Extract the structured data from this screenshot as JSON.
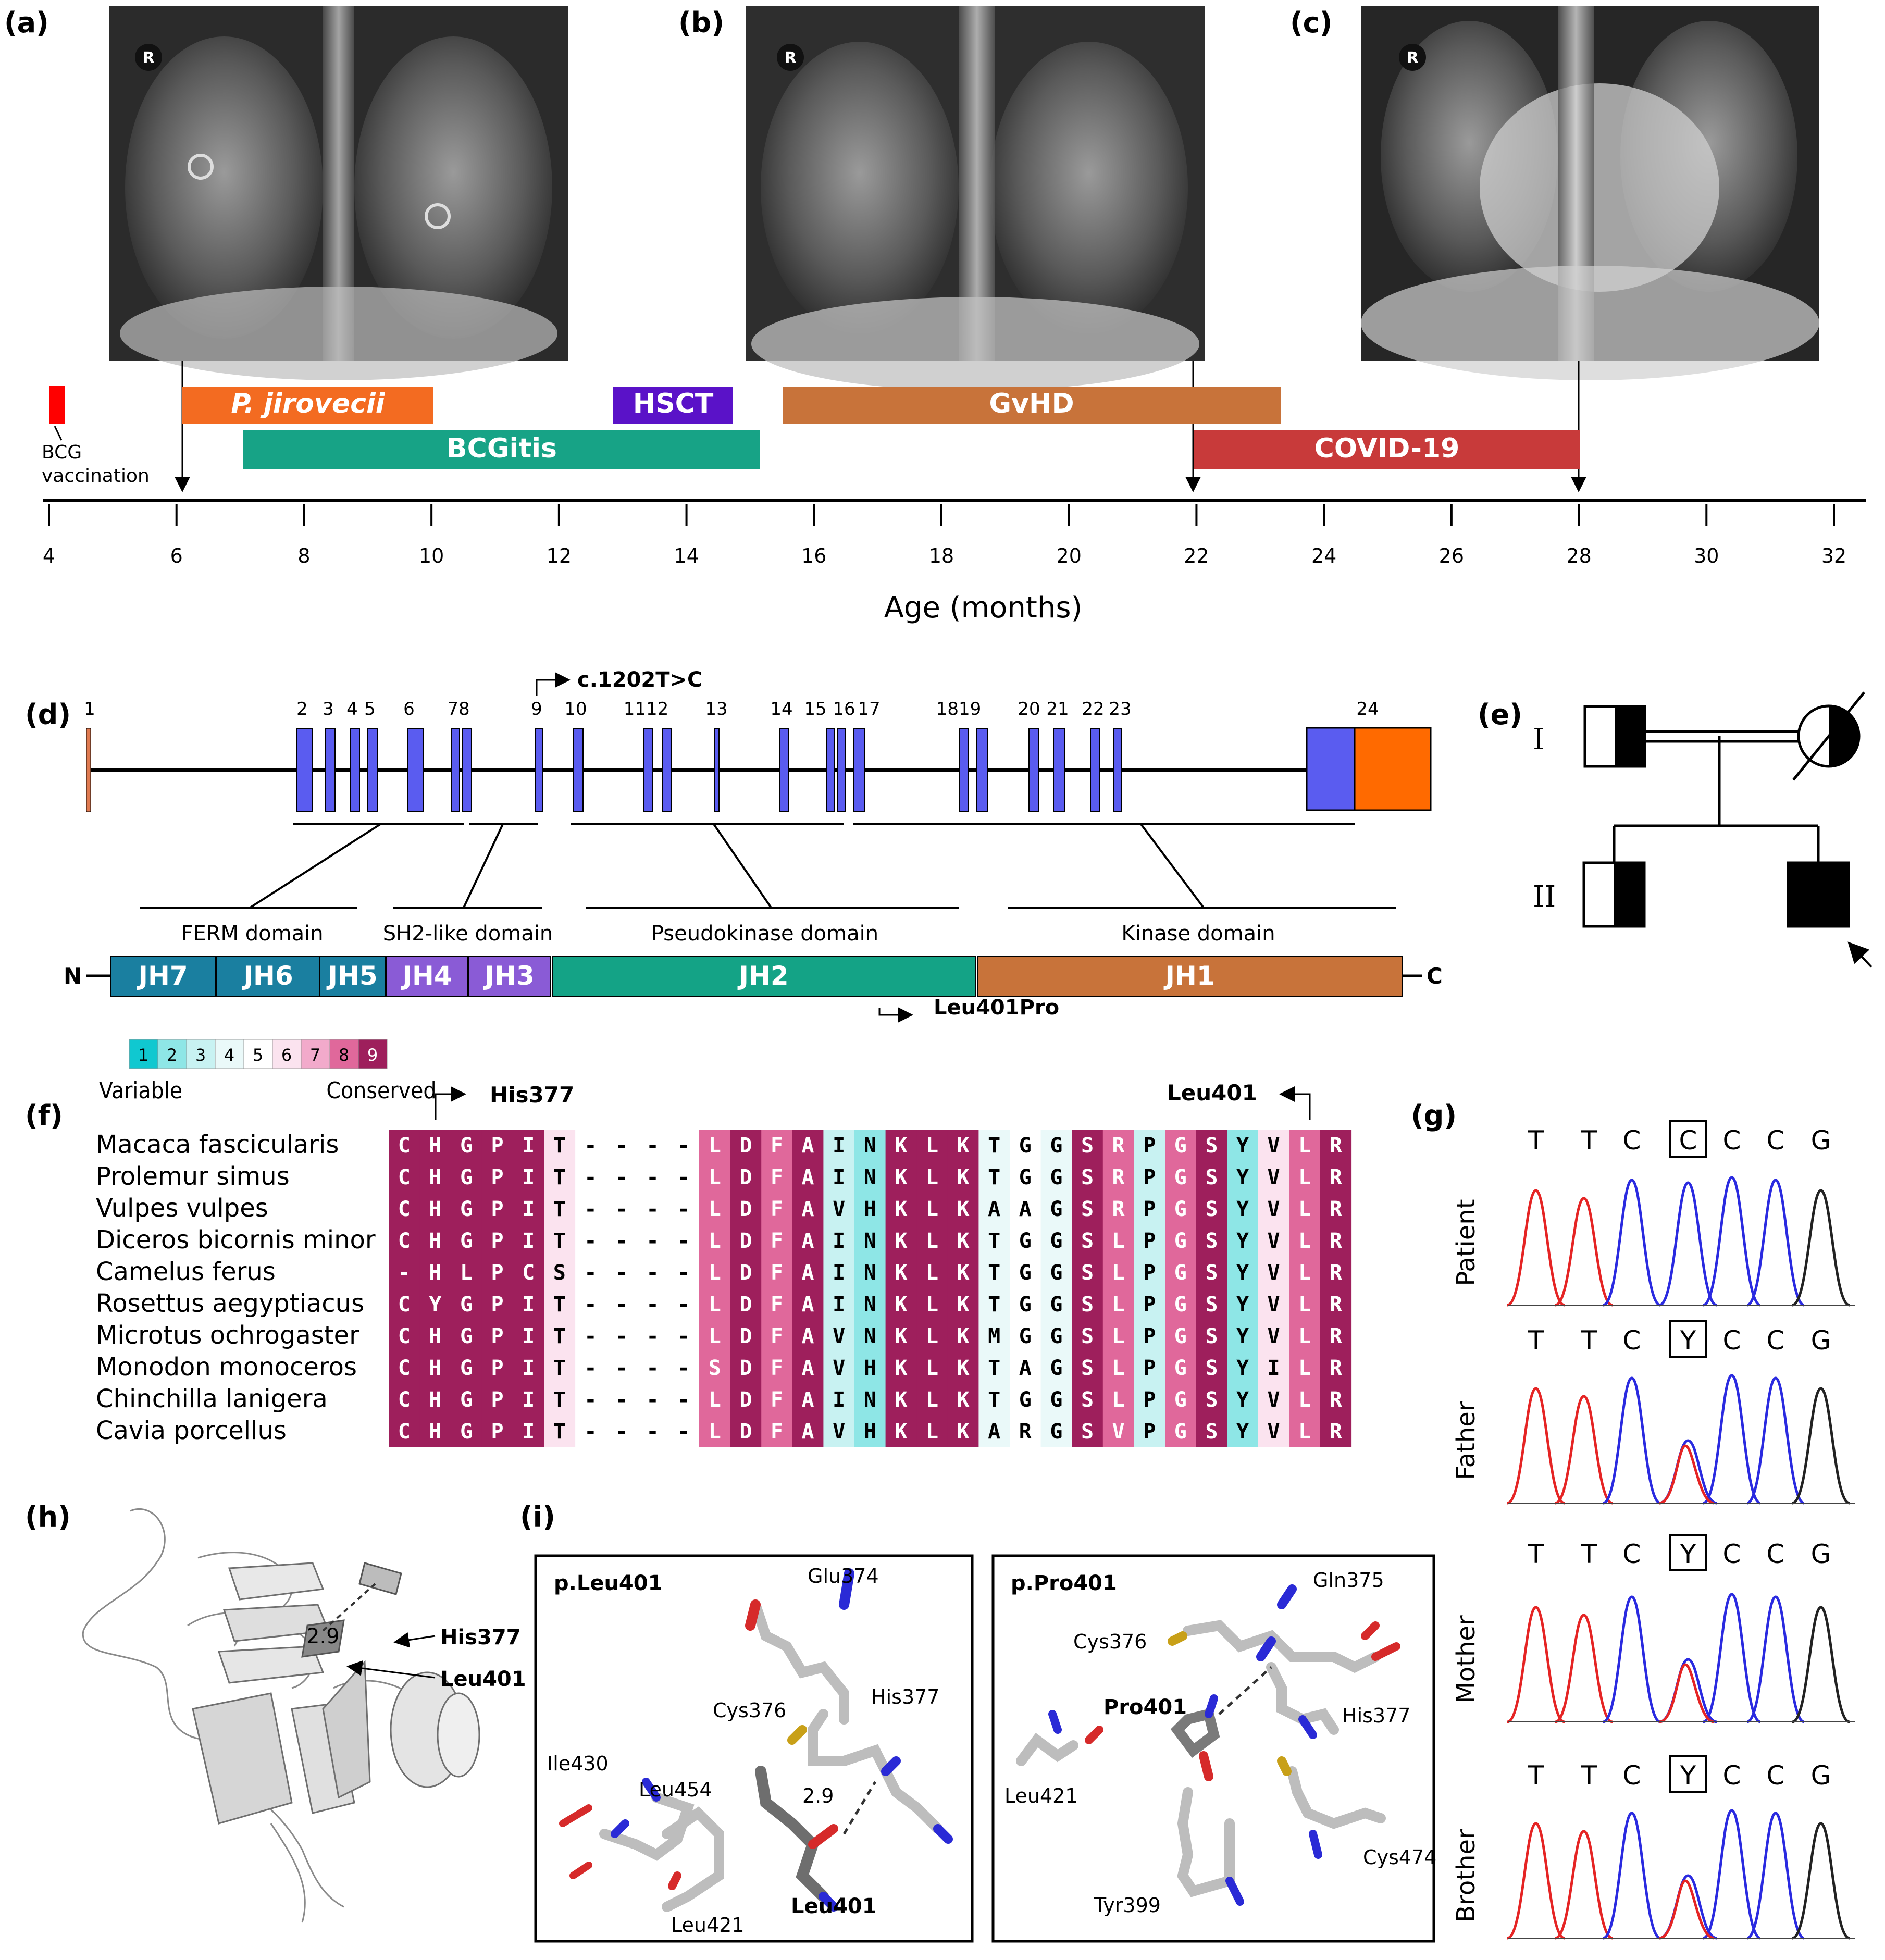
{
  "panels": {
    "a": "(a)",
    "b": "(b)",
    "c": "(c)",
    "d": "(d)",
    "e": "(e)",
    "f": "(f)",
    "g": "(g)",
    "h": "(h)",
    "i": "(i)"
  },
  "xray": {
    "marker": "R"
  },
  "timeline": {
    "events": [
      {
        "label": "P. jirovecii",
        "color": "#f36b21",
        "italic": true
      },
      {
        "label": "HSCT",
        "color": "#5a12c8"
      },
      {
        "label": "GvHD",
        "color": "#c8733a"
      },
      {
        "label": "BCGitis",
        "color": "#17a386"
      },
      {
        "label": "COVID-19",
        "color": "#c83a3a"
      }
    ],
    "bcg_label_1": "BCG",
    "bcg_label_2": "vaccination",
    "bcg_color": "#ff0000",
    "ticks": [
      "4",
      "6",
      "8",
      "10",
      "12",
      "14",
      "16",
      "18",
      "20",
      "22",
      "24",
      "26",
      "28",
      "30",
      "32"
    ],
    "axis_label": "Age (months)"
  },
  "gene": {
    "variant": "c.1202T>C",
    "exon_numbers": [
      "1",
      "2",
      "3",
      "4",
      "5",
      "6",
      "78",
      "9",
      "10",
      "1112",
      "13",
      "14",
      "15",
      "16",
      "17",
      "1819",
      "20",
      "21",
      "22",
      "23",
      "24"
    ],
    "domains": [
      "FERM domain",
      "SH2-like domain",
      "Pseudokinase domain",
      "Kinase domain"
    ],
    "n_label": "N",
    "c_label": "C",
    "jh": [
      "JH7",
      "JH6",
      "JH5",
      "JH4",
      "JH3",
      "JH2",
      "JH1"
    ],
    "protein_variant": "Leu401Pro",
    "colors": {
      "exon": "#5a5cf0",
      "utr": "#ff6a00",
      "jh_blue": "#1a7fa0",
      "jh_purple": "#8a5bd6",
      "jh_green": "#14a386",
      "jh_orange": "#c8733a"
    }
  },
  "pedigree": {
    "gen1": "I",
    "gen2": "II"
  },
  "alignment": {
    "scale": [
      "1",
      "2",
      "3",
      "4",
      "5",
      "6",
      "7",
      "8",
      "9"
    ],
    "scale_colors": [
      "#10c8d0",
      "#8ee6e6",
      "#c8f2f2",
      "#eaf9f9",
      "#ffffff",
      "#fbe3ef",
      "#f2aacb",
      "#e0689b",
      "#9e1f5c"
    ],
    "variable": "Variable",
    "conserved": "Conserved",
    "his_label": "His377",
    "leu_label": "Leu401",
    "species": [
      "Macaca fascicularis",
      "Prolemur simus",
      "Vulpes vulpes",
      "Diceros bicornis minor",
      "Camelus ferus",
      "Rosettus aegyptiacus",
      "Microtus ochrogaster",
      "Monodon monoceros",
      "Chinchilla lanigera",
      "Cavia porcellus"
    ],
    "sequences": [
      "CHGPIT----LDFAINKLKTGGSRPGSYVLR",
      "CHGPIT----LDFAINKLKTGGSRPGSYVLR",
      "CHGPIT----LDFAVHKLKAAGSRPGSYVLR",
      "CHGPIT----LDFAINKLKTGGSLPGSYVLR",
      "-HLPCS----LDFAINKLKTGGSLPGSYVLR",
      "CYGPIT----LDFAINKLKTGGSLPGSYVLR",
      "CHGPIT----LDFAVNKLKMGGSLPGSYVLR",
      "CHGPIT----SDFAVHKLKTAGSLPGSYILR",
      "CHGPIT----LDFAINKLKTGGSLPGSYVLR",
      "CHGPIT----LDFAVHKLKARGSVPGSYVLR"
    ],
    "column_grades": [
      9,
      9,
      9,
      9,
      9,
      6,
      0,
      0,
      0,
      0,
      8,
      9,
      8,
      9,
      3,
      2,
      9,
      9,
      9,
      4,
      5,
      4,
      9,
      8,
      3,
      8,
      9,
      2,
      6,
      8,
      9
    ]
  },
  "sanger": {
    "rows": [
      {
        "name": "Patient",
        "bases": [
          "T",
          "T",
          "C",
          "C",
          "C",
          "C",
          "G"
        ]
      },
      {
        "name": "Father",
        "bases": [
          "T",
          "T",
          "C",
          "Y",
          "C",
          "C",
          "G"
        ]
      },
      {
        "name": "Mother",
        "bases": [
          "T",
          "T",
          "C",
          "Y",
          "C",
          "C",
          "G"
        ]
      },
      {
        "name": "Brother",
        "bases": [
          "T",
          "T",
          "C",
          "Y",
          "C",
          "C",
          "G"
        ]
      }
    ]
  },
  "structure": {
    "h_distance": "2.9",
    "h_his": "His377",
    "h_leu": "Leu401",
    "left_title": "p.Leu401",
    "left_labels": [
      "Glu374",
      "His377",
      "Cys376",
      "Ile430",
      "Leu454",
      "2.9",
      "Leu421",
      "Leu401"
    ],
    "right_title": "p.Pro401",
    "right_labels": [
      "Gln375",
      "Cys376",
      "Pro401",
      "His377",
      "Leu421",
      "Cys474",
      "Tyr399"
    ]
  }
}
